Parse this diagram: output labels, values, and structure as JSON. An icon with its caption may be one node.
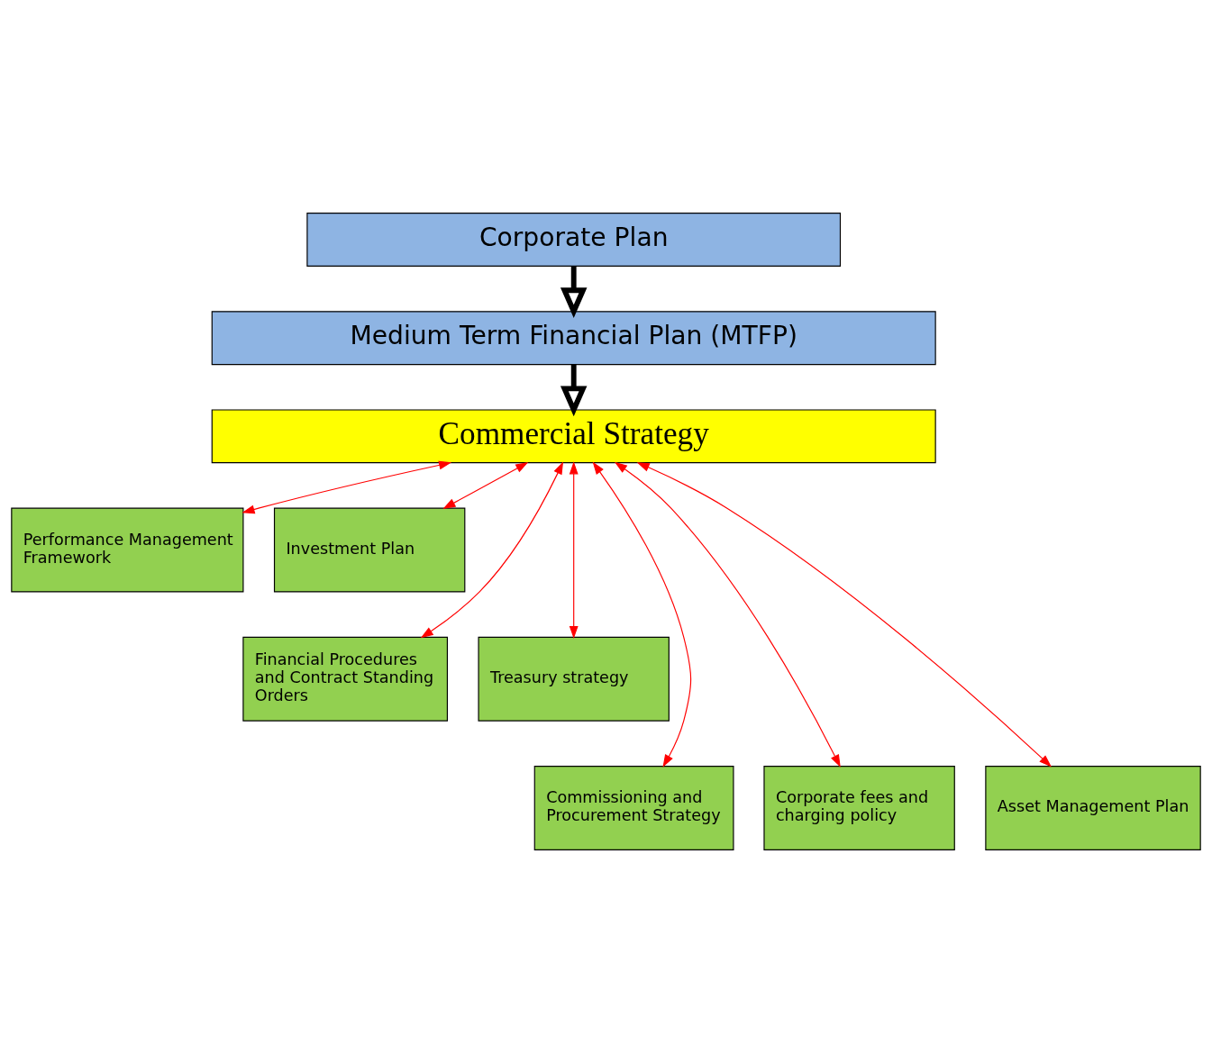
{
  "diagram": {
    "nodes": [
      {
        "text": [
          "Corporate Plan"
        ]
      },
      {
        "text": [
          "Medium Term Financial Plan (MTFP)"
        ]
      },
      {
        "text": [
          "Commercial Strategy"
        ]
      },
      {
        "text": [
          "Performance Management Framework"
        ]
      },
      {
        "text": [
          "Investment Plan"
        ]
      },
      {
        "text": [
          "Financial Procedures and Contract Standing Orders"
        ]
      },
      {
        "text": [
          "Treasury strategy"
        ]
      },
      {
        "text": [
          "Commissioning and Procurement Strategy"
        ]
      },
      {
        "text": [
          "Corporate fees and charging policy"
        ]
      },
      {
        "text": [
          "Asset Management Plan"
        ]
      }
    ],
    "edges": [
      {
        "from": 0,
        "to": 1,
        "arrow": "to",
        "style": "thick",
        "color": "#000000"
      },
      {
        "from": 1,
        "to": 2,
        "arrow": "to",
        "style": "thick",
        "color": "#000000"
      },
      {
        "from": 2,
        "to": 3,
        "arrow": "both"
      },
      {
        "from": 2,
        "to": 5,
        "arrow": "both"
      },
      {
        "from": 2,
        "to": 7,
        "arrow": "both"
      },
      {
        "from": 2,
        "to": 8,
        "arrow": "both"
      },
      {
        "from": 2,
        "to": 9,
        "arrow": "both"
      },
      {
        "from": 2,
        "to": 6,
        "arrow": "both"
      },
      {
        "from": 2,
        "to": 4,
        "arrow": "both"
      }
    ]
  }
}
